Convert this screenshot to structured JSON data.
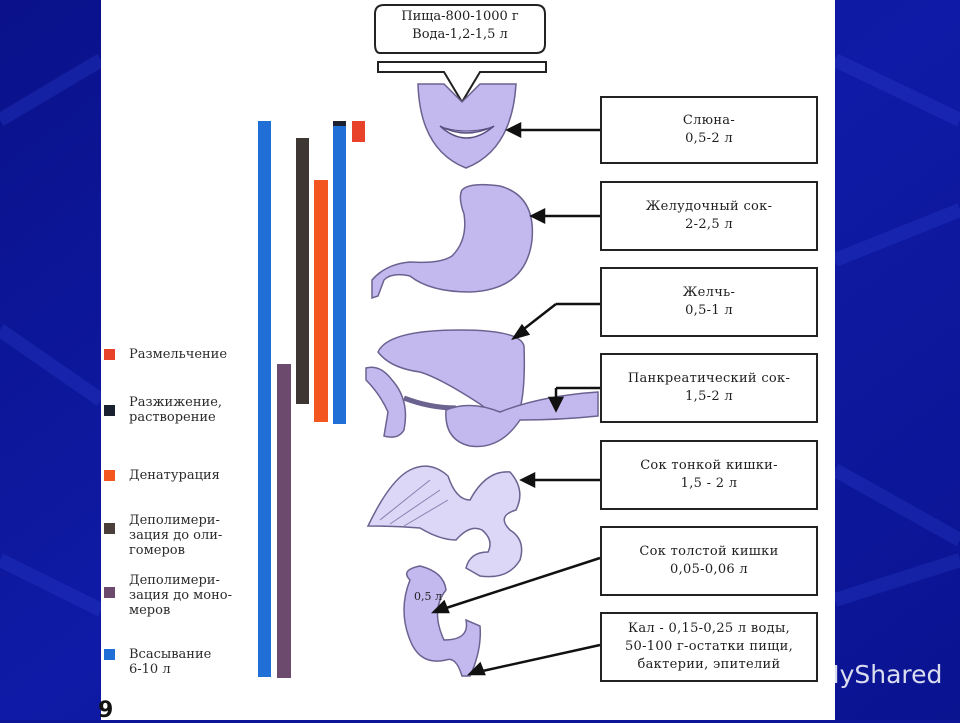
{
  "food_intake": {
    "text": "Пища-800-1000 г\nВода-1,2-1,5 л"
  },
  "colors": {
    "background": "#0c1696",
    "sheet": "#ffffff",
    "organ_fill": "#c4b9ef",
    "organ_stroke": "#6b6290",
    "grinding": "#e8432a",
    "dilution": "#1b2131",
    "denaturation": "#f4561f",
    "depoly_oligomers": "#4a3f3a",
    "depoly_monomers": "#6b4a6e",
    "absorption": "#1f6fd6"
  },
  "legend": [
    {
      "key": "grinding",
      "label": "Размельчение"
    },
    {
      "key": "dilution",
      "label": "Разжижение,\nрастворение"
    },
    {
      "key": "denaturation",
      "label": "Денатурация"
    },
    {
      "key": "depoly_oligomers",
      "label": "Деполимери-\nзация до оли-\nгомеров"
    },
    {
      "key": "depoly_monomers",
      "label": "Деполимери-\nзация до моно-\nмеров"
    },
    {
      "key": "absorption",
      "label": "Всасывание\n6-10 л"
    }
  ],
  "secretions": [
    {
      "organ": "mouth",
      "text": "Слюна-\n0,5-2 л"
    },
    {
      "organ": "stomach",
      "text": "Желудочный сок-\n2-2,5 л"
    },
    {
      "organ": "liver",
      "text": "Желчь-\n0,5-1 л"
    },
    {
      "organ": "pancreas",
      "text": "Панкреатический сок-\n1,5-2 л"
    },
    {
      "organ": "small-intestine",
      "text": "Сок тонкой кишки-\n1,5 - 2 л"
    },
    {
      "organ": "large-intestine",
      "text": "Сок толстой кишки\n0,05-0,06 л"
    },
    {
      "organ": "rectum",
      "text": "Кал - 0,15-0,25 л воды,\n50-100 г-остатки пищи,\nбактерии, эпителий"
    }
  ],
  "colon_label": "0,5 л",
  "watermark": "MyShared",
  "page_number": "9",
  "icons": [
    "arrow-icon",
    "funnel-arrow-icon",
    "presentation-icon"
  ]
}
